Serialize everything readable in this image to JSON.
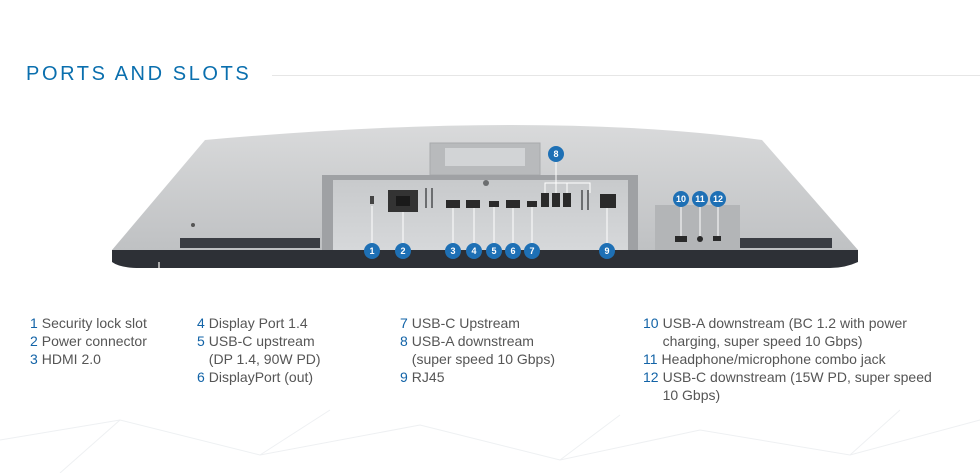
{
  "page": {
    "title": "PORTS AND SLOTS"
  },
  "colors": {
    "accent": "#0a6fae",
    "callout": "#1e70b5"
  },
  "callouts": [
    "1",
    "2",
    "3",
    "4",
    "5",
    "6",
    "7",
    "8",
    "9",
    "10",
    "11",
    "12"
  ],
  "legend": {
    "col1": [
      {
        "num": "1",
        "text": "Security lock slot"
      },
      {
        "num": "2",
        "text": "Power connector"
      },
      {
        "num": "3",
        "text": "HDMI 2.0"
      }
    ],
    "col2": [
      {
        "num": "4",
        "text": "Display Port 1.4"
      },
      {
        "num": "5",
        "text": "USB-C upstream\n(DP 1.4, 90W PD)"
      },
      {
        "num": "6",
        "text": "DisplayPort (out)"
      }
    ],
    "col3": [
      {
        "num": "7",
        "text": "USB-C Upstream"
      },
      {
        "num": "8",
        "text": "USB-A downstream\n(super speed 10 Gbps)"
      },
      {
        "num": "9",
        "text": "RJ45"
      }
    ],
    "col4": [
      {
        "num": "10",
        "text": "USB-A downstream (BC 1.2 with power\ncharging, super speed 10 Gbps)"
      },
      {
        "num": "11",
        "text": " Headphone/microphone combo jack"
      },
      {
        "num": "12",
        "text": "USB-C downstream (15W PD, super speed\n10 Gbps)"
      }
    ]
  }
}
